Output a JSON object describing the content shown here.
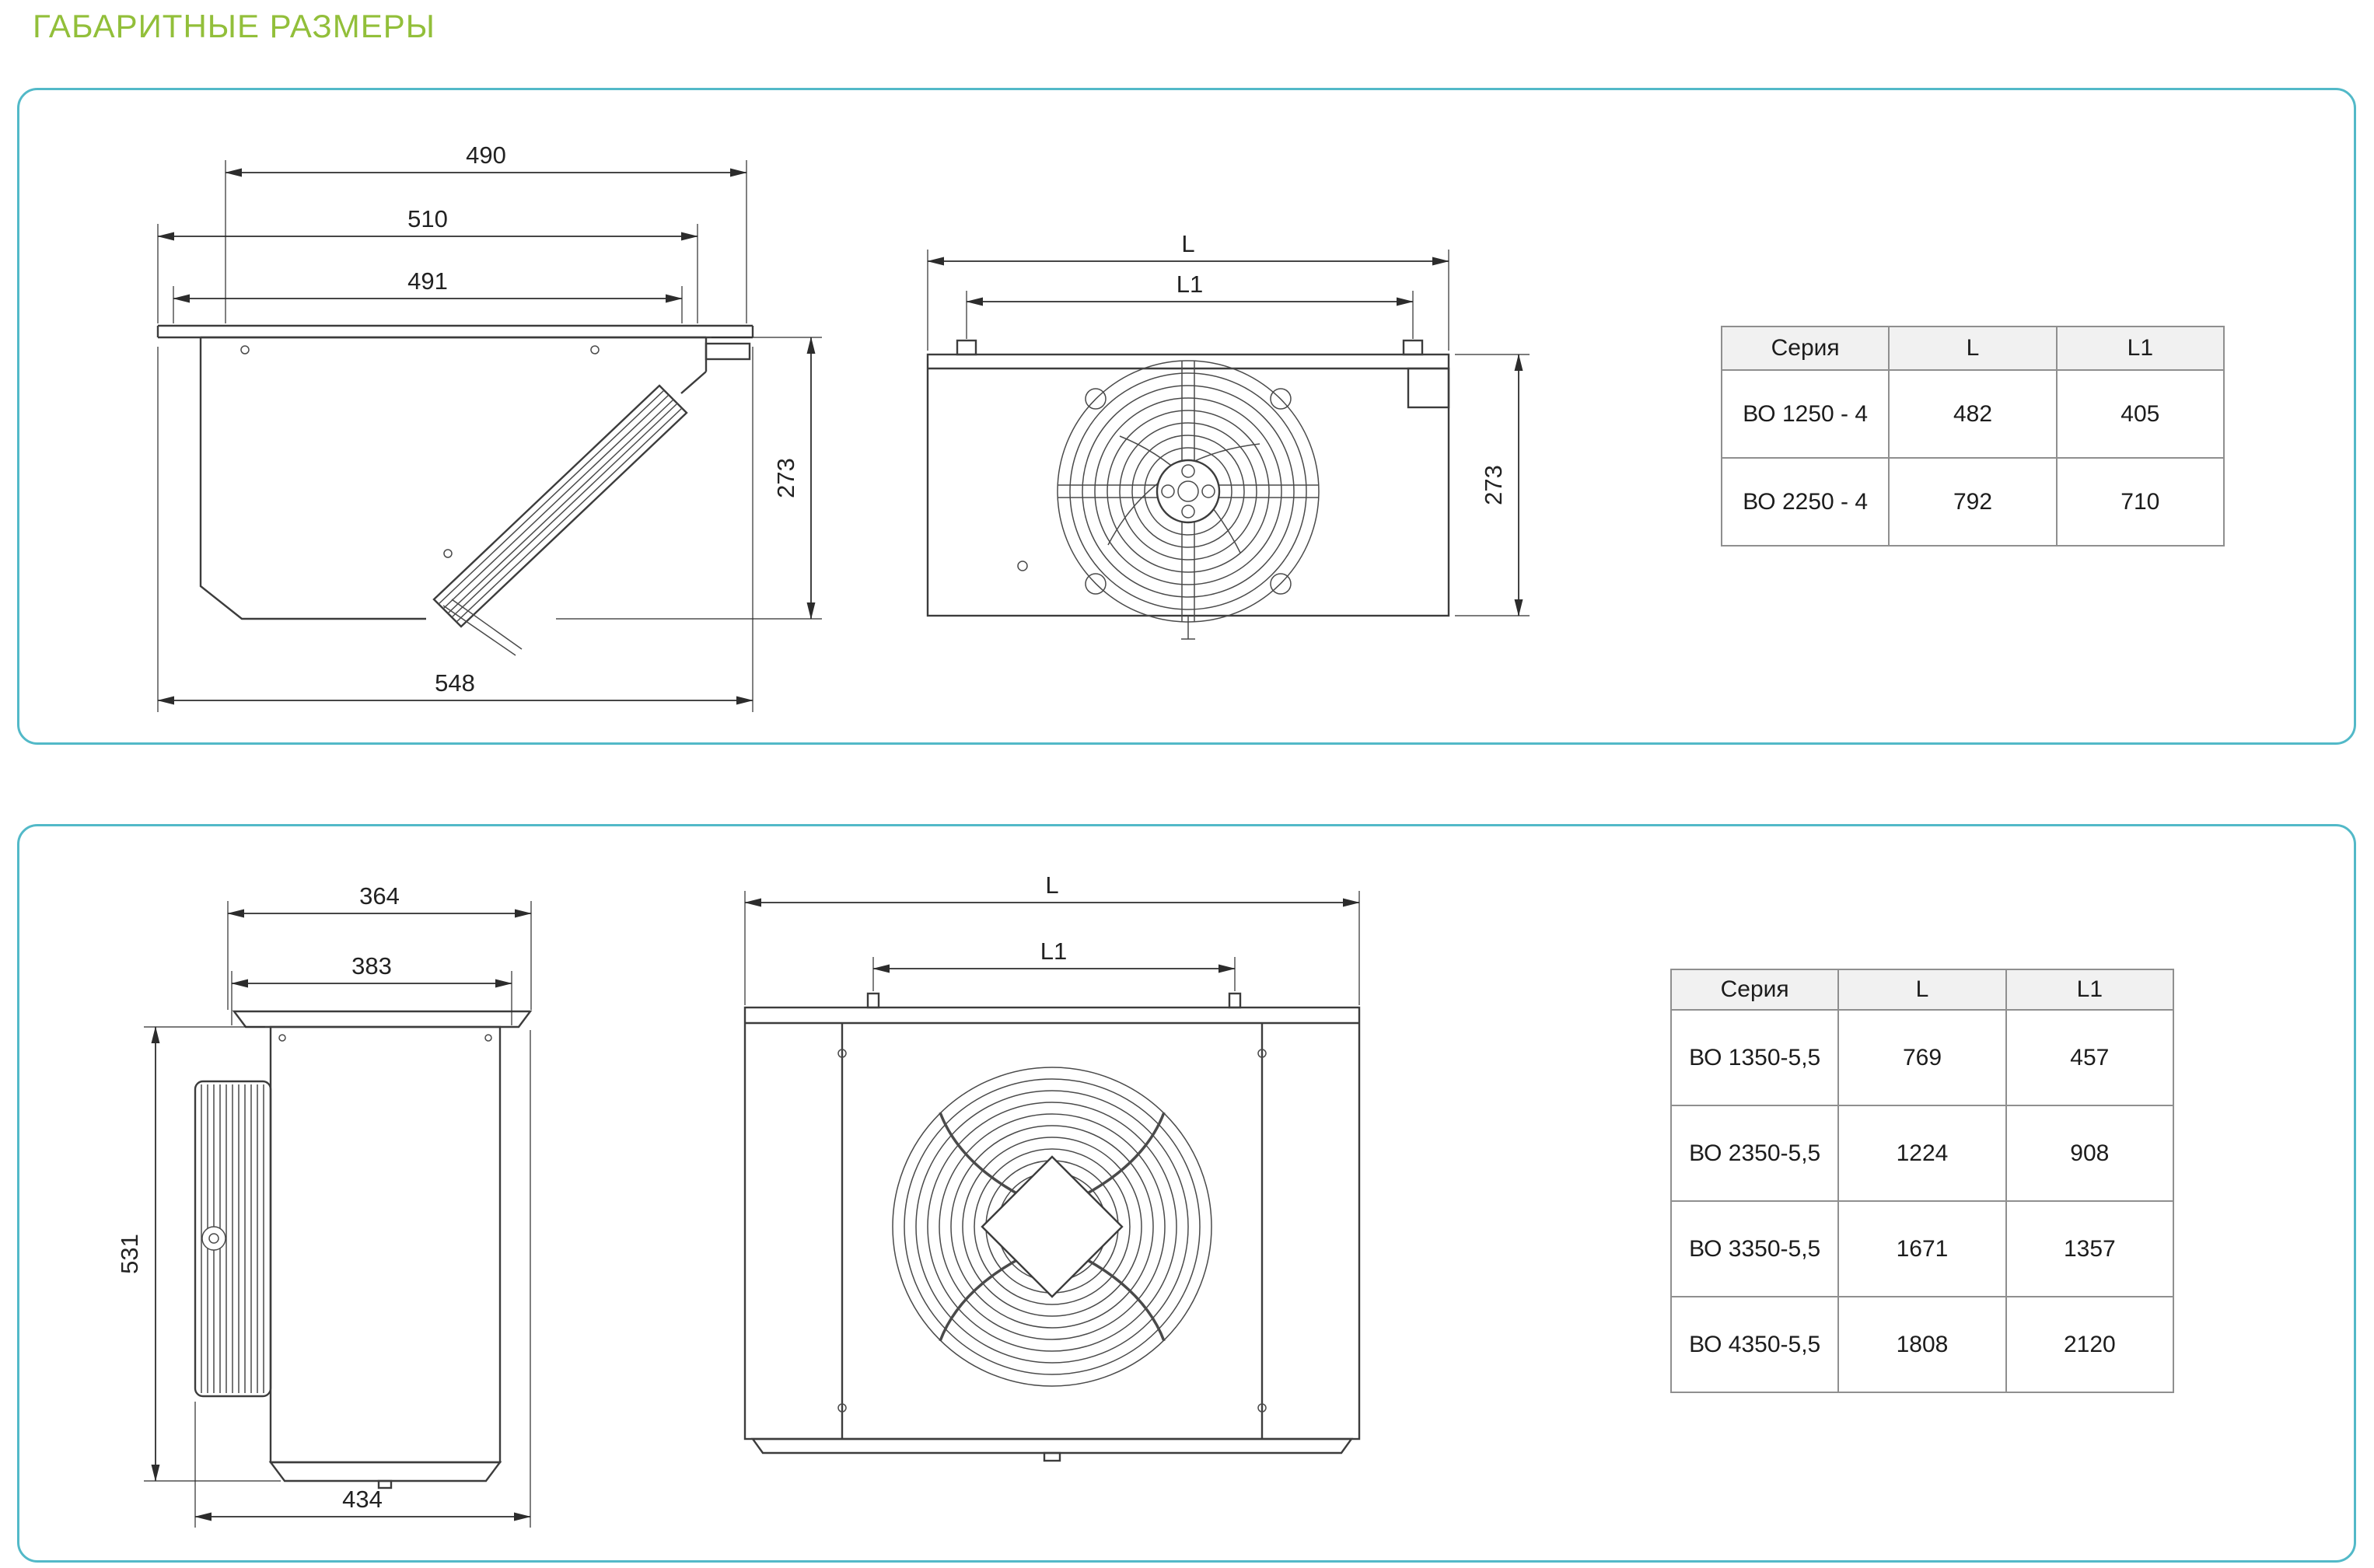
{
  "page": {
    "title": "ГАБАРИТНЫЕ РАЗМЕРЫ"
  },
  "colors": {
    "accent_green": "#92bf3a",
    "panel_border": "#52b9c8",
    "drawing_line": "#3c3c3c",
    "table_header_bg": "#f1f1f1"
  },
  "panel1": {
    "side_view": {
      "dim_width_top": "490",
      "dim_width_mid": "510",
      "dim_width_inner": "491",
      "dim_height": "273",
      "dim_depth_bottom": "548"
    },
    "front_view": {
      "dim_length": "L",
      "dim_length_inner": "L1",
      "dim_height": "273"
    },
    "table": {
      "headers": {
        "series": "Серия",
        "L": "L",
        "L1": "L1"
      },
      "rows": [
        {
          "series": "ВО 1250 - 4",
          "L": "482",
          "L1": "405"
        },
        {
          "series": "ВО 2250 - 4",
          "L": "792",
          "L1": "710"
        }
      ]
    }
  },
  "panel2": {
    "side_view": {
      "dim_width_top": "364",
      "dim_width_inner": "383",
      "dim_height": "531",
      "dim_depth_bottom": "434"
    },
    "front_view": {
      "dim_length": "L",
      "dim_length_inner": "L1"
    },
    "table": {
      "headers": {
        "series": "Серия",
        "L": "L",
        "L1": "L1"
      },
      "rows": [
        {
          "series": "ВО 1350-5,5",
          "L": "769",
          "L1": "457"
        },
        {
          "series": "ВО 2350-5,5",
          "L": "1224",
          "L1": "908"
        },
        {
          "series": "ВО 3350-5,5",
          "L": "1671",
          "L1": "1357"
        },
        {
          "series": "ВО 4350-5,5",
          "L": "1808",
          "L1": "2120"
        }
      ]
    }
  }
}
